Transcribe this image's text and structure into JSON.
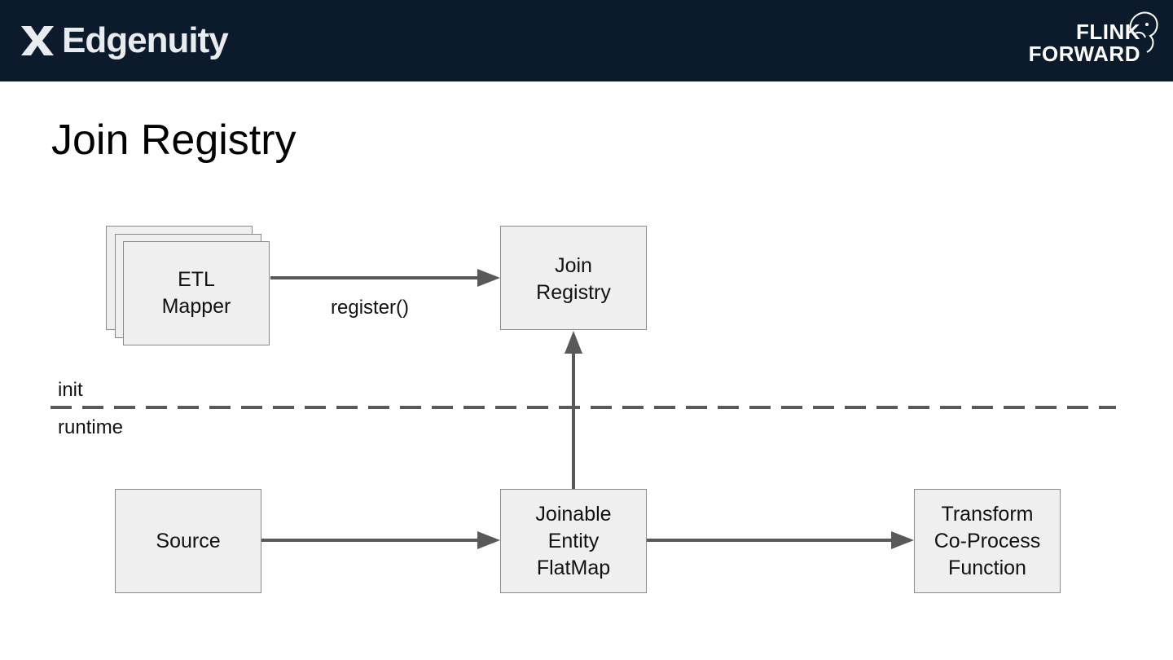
{
  "header": {
    "left_logo_text": "Edgenuity",
    "left_logo_mark": "x-mark-icon",
    "right_logo_line1": "FLINK",
    "right_logo_line2": "FORWARD",
    "right_logo_mark": "squirrel-icon",
    "bg_color": "#0c1b2b"
  },
  "title": "Join Registry",
  "phases": {
    "init": "init",
    "runtime": "runtime"
  },
  "nodes": {
    "etl_mapper": "ETL\nMapper",
    "join_registry": "Join\nRegistry",
    "source": "Source",
    "joinable": "Joinable\nEntity\nFlatMap",
    "transform": "Transform\nCo-Process\nFunction"
  },
  "edges": {
    "register_label": "register()"
  },
  "colors": {
    "box_fill": "#efefef",
    "box_border": "#8a8a8a",
    "arrow": "#595959"
  }
}
